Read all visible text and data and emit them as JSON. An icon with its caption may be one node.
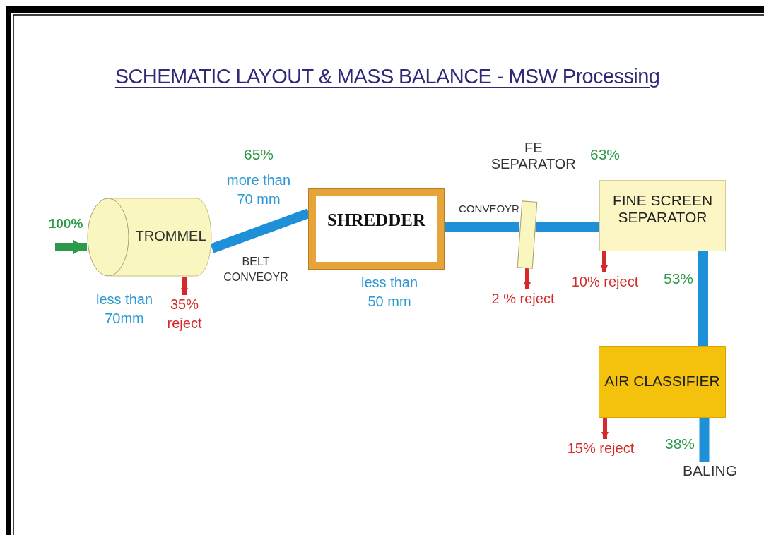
{
  "diagram": {
    "title": "SCHEMATIC LAYOUT & MASS BALANCE - MSW Processing",
    "nodes": [
      {
        "text": [
          "TROMMEL"
        ]
      },
      {
        "text": [
          "SHREDDER"
        ]
      },
      {
        "text": [
          "FE SEPARATOR"
        ]
      },
      {
        "text": [
          "FINE SCREEN SEPARATOR"
        ]
      },
      {
        "text": [
          "35% reject"
        ]
      },
      {
        "text": [
          "2 % reject"
        ]
      },
      {
        "text": [
          "10% reject"
        ]
      },
      {
        "text": [
          "AIR CLASSIFIER"
        ]
      },
      {
        "text": [
          "15% reject"
        ]
      },
      {
        "text": [
          "BALING"
        ]
      }
    ],
    "edges": [
      {
        "from": null,
        "to": 0,
        "arrow": "to",
        "color": "#2c9a48"
      },
      {
        "from": 0,
        "to": 1,
        "arrow": "none"
      },
      {
        "from": 1,
        "to": 2,
        "arrow": "none"
      },
      {
        "from": 2,
        "to": 3,
        "arrow": "none"
      },
      {
        "from": 0,
        "to": 4,
        "arrow": "to",
        "color": "#d42a2a"
      },
      {
        "from": 2,
        "to": 5,
        "arrow": "to",
        "color": "#d42a2a"
      },
      {
        "from": 3,
        "to": 6,
        "arrow": "to",
        "color": "#d42a2a"
      },
      {
        "from": 3,
        "to": 7,
        "arrow": "none"
      },
      {
        "from": 7,
        "to": 8,
        "arrow": "to",
        "color": "#d42a2a"
      },
      {
        "from": 7,
        "to": 9,
        "arrow": "none"
      }
    ],
    "labels": [
      "100%",
      "less than 70mm",
      "65%",
      "more than 70 mm",
      "BELT CONVEOYR",
      "less than 50 mm",
      "CONVEOYR",
      "63%",
      "53%",
      "38%"
    ]
  }
}
